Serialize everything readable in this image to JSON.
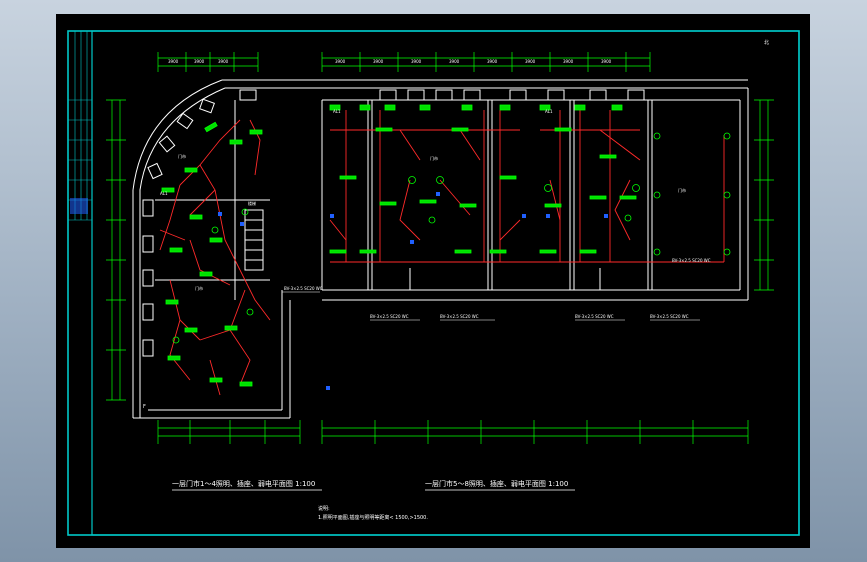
{
  "drawing": {
    "title_left": "一层门市1～4照明、插座、弱电平面图 1:100",
    "title_right": "一层门市5～8照明、插座、弱电平面图 1:100",
    "note_heading": "说明:",
    "note_text": "1.照明平面图,插座与照明等距离< 1500,>1500.",
    "corner_mark": "北",
    "column_mark": "F"
  },
  "colors": {
    "sheet": "#000000",
    "frame": "#00c0c0",
    "wall": "#ffffff",
    "wiring": "#ff2a2a",
    "fixture": "#00ff00",
    "label": "#ffffff",
    "accent_blue": "#2060ff"
  },
  "labels": {
    "room": "门市",
    "stair": "楼梯",
    "panel": "AL1",
    "dim": "3900",
    "branch_note": "BV-3×2.5 SC20 WC"
  }
}
